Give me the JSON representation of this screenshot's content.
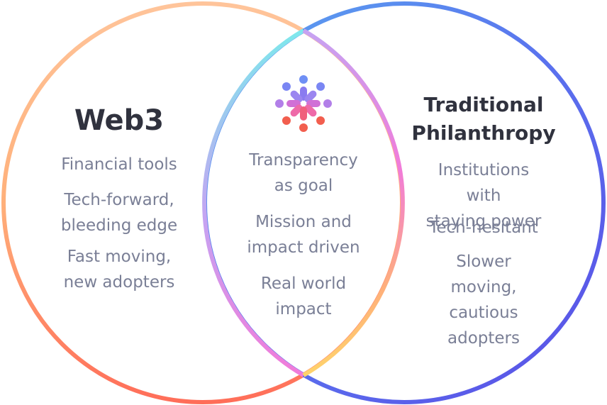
{
  "left": {
    "title": "Web3",
    "items": [
      "Financial tools",
      "Tech-forward,\nbleeding edge",
      "Fast moving,\nnew adopters"
    ]
  },
  "center": {
    "logo": "people-circle-logo",
    "items": [
      "Transparency\nas goal",
      "Mission and\nimpact driven",
      "Real world\nimpact"
    ]
  },
  "right": {
    "title": "Traditional\nPhilanthropy",
    "items": [
      "Institutions with\nstaying power",
      "Tech-hesitant",
      "Slower moving,\ncautious adopters"
    ]
  },
  "colors": {
    "title": "#30323e",
    "body": "#7a7f96",
    "left_ring_top": "#ffc49a",
    "left_ring_bottom": "#ff6e59",
    "right_ring_top": "#5b8cf0",
    "right_ring_bottom": "#5a4fe6",
    "overlap_colors": [
      "#7ee8ec",
      "#c6a3f2",
      "#f17bd9",
      "#ffd36b"
    ],
    "logo_blue": "#6f8ff5",
    "logo_pink": "#ee6aa8",
    "logo_red": "#f25e4e"
  }
}
